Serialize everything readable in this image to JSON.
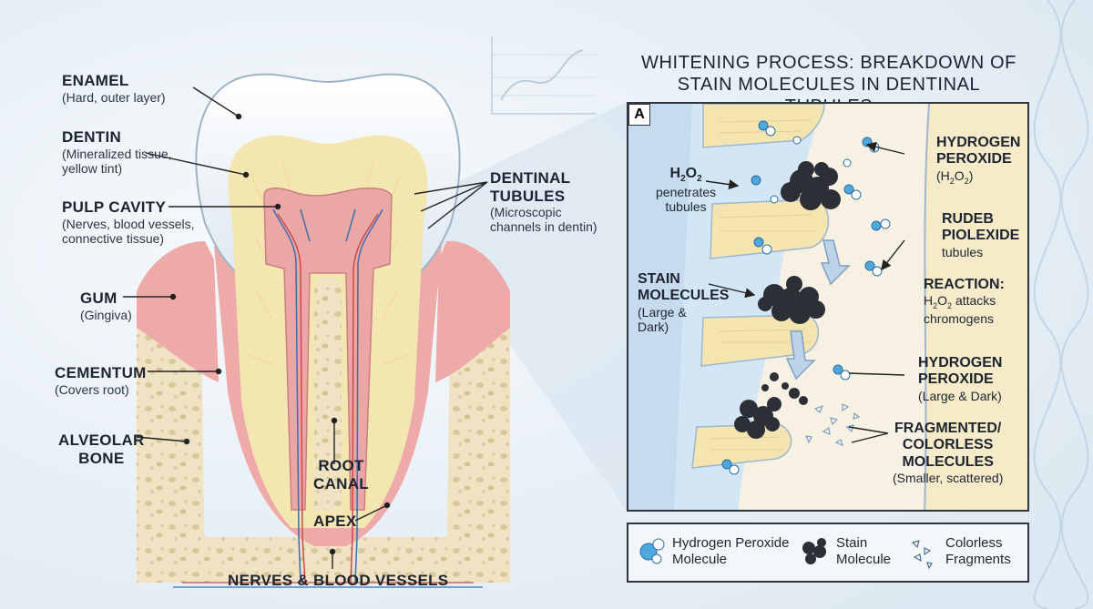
{
  "title": {
    "line1": "WHITENING PROCESS: BREAKDOWN OF",
    "line2": "STAIN MOLECULES IN DENTINAL TUBULES"
  },
  "left_labels": {
    "enamel": {
      "head": "ENAMEL",
      "sub": "(Hard, outer layer)"
    },
    "dentin": {
      "head": "DENTIN",
      "sub1": "(Mineralized tissue,",
      "sub2": "yellow tint)"
    },
    "pulp": {
      "head": "PULP CAVITY",
      "sub1": "(Nerves, blood vessels,",
      "sub2": "connective tissue)"
    },
    "gum": {
      "head": "GUM",
      "sub": "(Gingiva)"
    },
    "cementum": {
      "head": "CEMENTUM",
      "sub": "(Covers root)"
    },
    "alveolar": {
      "head1": "ALVEOLAR",
      "head2": "BONE"
    },
    "tubules": {
      "head1": "DENTINAL",
      "head2": "TUBULES",
      "sub1": "(Microscopic",
      "sub2": "channels in dentin)"
    },
    "root_canal": {
      "line1": "ROOT",
      "line2": "CANAL"
    },
    "apex": "APEX",
    "nerves": "NERVES & BLOOD VESSELS"
  },
  "panel": {
    "letter": "A",
    "h2o2_pen": {
      "line1": "penetrates",
      "line2": "tubules"
    },
    "stain": {
      "head1": "STAIN",
      "head2": "MOLECULES",
      "sub1": "(Large &",
      "sub2": "Dark)"
    },
    "hp1": {
      "head1": "HYDROGEN",
      "head2": "PEROXIDE"
    },
    "ruded": {
      "head1": "RUDEB",
      "head2": "PIOLEXIDE",
      "sub": "tubules"
    },
    "reaction": {
      "head": "REACTION:",
      "sub1": "attacks",
      "sub2": "chromogens"
    },
    "hp2": {
      "head1": "HYDROGEN",
      "head2": "PEROXIDE",
      "sub": "(Large & Dark)"
    },
    "fragmented": {
      "head1": "FRAGMENTED/",
      "head2": "COLORLESS",
      "head3": "MOLECULES",
      "sub": "(Smaller, scattered)"
    }
  },
  "legend": {
    "hp": {
      "line1": "Hydrogen Peroxide",
      "line2": "Molecule"
    },
    "stain": {
      "line1": "Stain",
      "line2": "Molecule"
    },
    "frag": {
      "line1": "Colorless",
      "line2": "Fragments"
    }
  },
  "colors": {
    "enamel": "#eef3f8",
    "dentin": "#f5e9b8",
    "pulp": "#eeb1ad",
    "gum": "#eea9a8",
    "bone": "#efe4c6",
    "stain": "#2c2f35",
    "peroxide": "#4ea8de",
    "fluid": "#cfe3f3"
  },
  "icons": [
    "tooth-cross-section",
    "chart-icon",
    "dna-helix-icon",
    "peroxide-molecule-icon",
    "stain-molecule-icon",
    "fragment-icon"
  ]
}
